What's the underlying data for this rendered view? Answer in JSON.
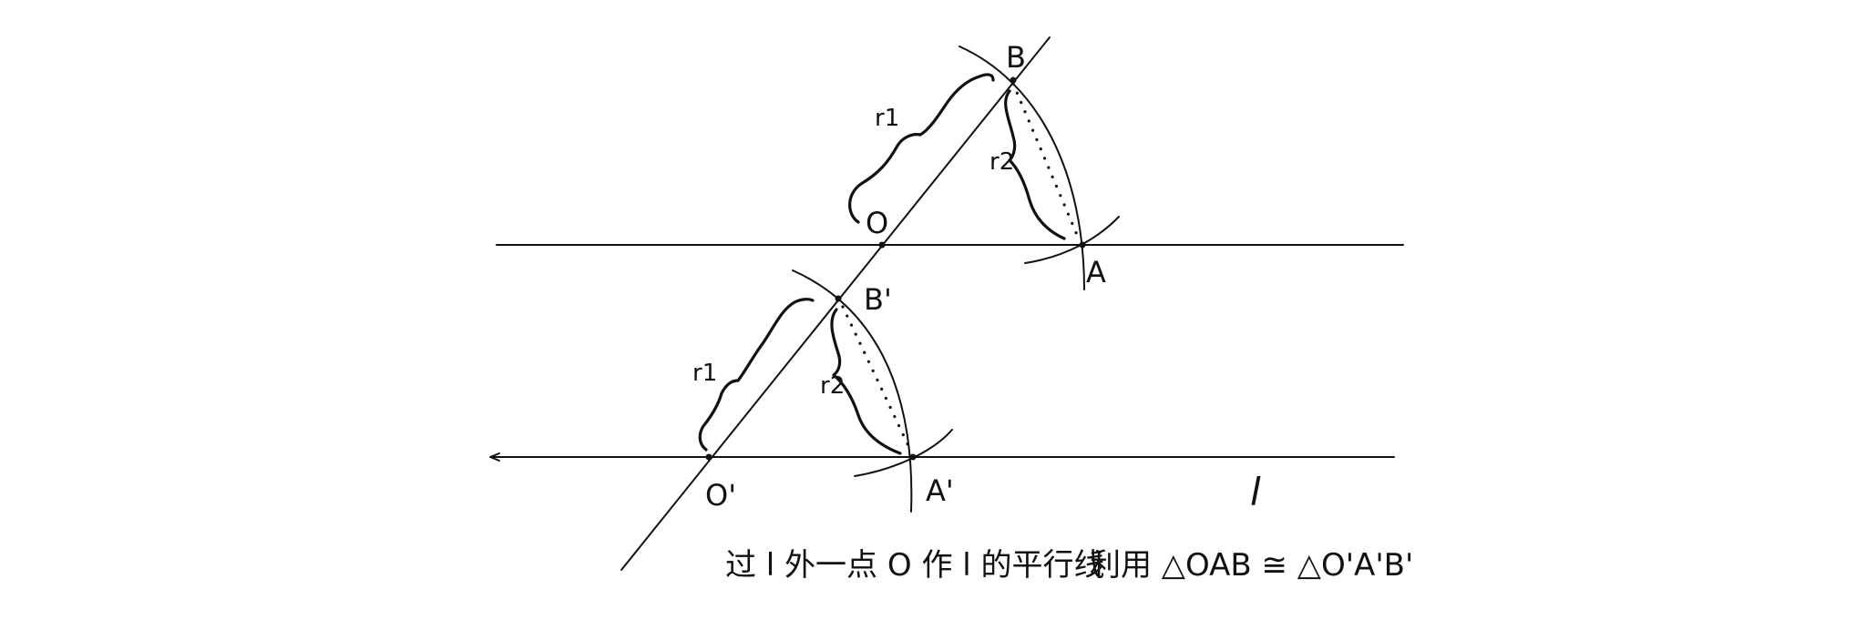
{
  "labels": {
    "point_O": "O",
    "point_A": "A",
    "point_B": "B",
    "point_O_prime": "O'",
    "point_A_prime": "A'",
    "point_B_prime": "B'",
    "radius_1_upper": "r1",
    "radius_2_upper": "r2",
    "radius_1_lower": "r1",
    "radius_2_lower": "r2",
    "line_l": "l"
  },
  "caption": {
    "construction": "过 l 外一点 O 作 l 的平行线",
    "reason": "利用 △OAB ≅ △O'A'B'"
  },
  "colors": {
    "ink": "#111111",
    "background": "#ffffff"
  }
}
